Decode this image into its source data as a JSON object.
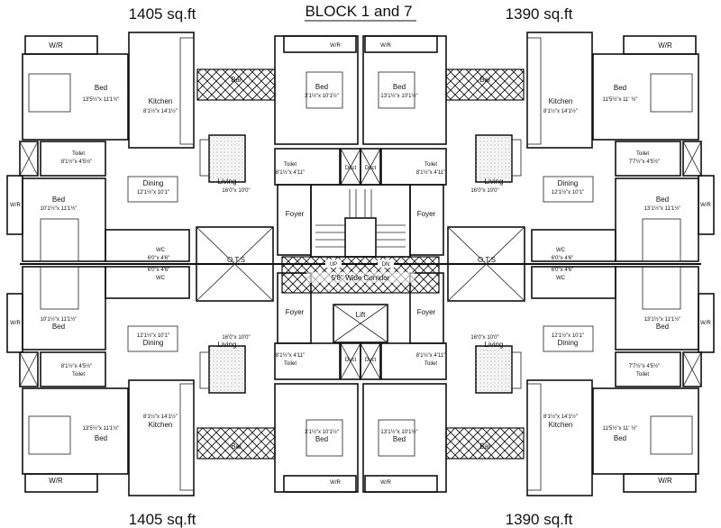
{
  "titles": {
    "top_left": "1405 sq.ft",
    "block": "BLOCK  1 and 7",
    "top_right": "1390 sq.ft",
    "bottom_left": "1405 sq.ft",
    "bottom_right": "1390 sq.ft"
  },
  "center": {
    "ots": "O.T.S",
    "corridor": "5'6\" Wide Corridor",
    "lift": "Lift",
    "up": "UP",
    "dn": "DN"
  },
  "units": [
    {
      "wr1": "W/R",
      "bed1_name": "Bed",
      "bed1_dim": "13'5½\"x 11'1½\"",
      "kitchen_name": "Kitchen",
      "kitchen_dim": "8'1½\"x 14'1½\"",
      "bal": "Bal",
      "toilet_name": "Toilet",
      "toilet_dim": "8'1½\"x 4'5½\"",
      "dining_name": "Dining",
      "dining_dim": "12'1½\"x 10'1\"",
      "living_name": "Living",
      "living_dim": "16'0\"x 10'0\"",
      "bed2_name": "Bed",
      "bed2_dim": "10'1½\"x 11'1½\"",
      "wr2": "W/R",
      "wc_name": "WC",
      "wc_dim": "6'0\"x 4'6\"",
      "core_bed_name": "Bed",
      "core_bed_dim": "3'1½\"x 10'1½\"",
      "core_wr": "W/R",
      "core_toilet_name": "Toilet",
      "core_toilet_dim": "8'1½\"x 4'11\"",
      "duct": "Duct",
      "foyer": "Foyer"
    },
    {
      "wr1": "W/R",
      "bed1_name": "Bed",
      "bed1_dim": "11'5½\"x 11' ½\"",
      "kitchen_name": "Kitchen",
      "kitchen_dim": "8'1½\"x 14'1½\"",
      "bal": "Bal",
      "toilet_name": "Toilet",
      "toilet_dim": "7'7½\"x 4'5½\"",
      "dining_name": "Dining",
      "dining_dim": "12'1½\"x 10'1\"",
      "living_name": "Living",
      "living_dim": "16'0\"x 10'0\"",
      "bed2_name": "Bed",
      "bed2_dim": "13'1½\"x 11'1½\"",
      "wr2": "W/R",
      "wc_name": "WC",
      "wc_dim": "6'0\"x 4'6\"",
      "core_bed_name": "Bed",
      "core_bed_dim": "13'1½\"x 10'1½\"",
      "core_wr": "W/R",
      "core_toilet_name": "Toilet",
      "core_toilet_dim": "8'1½\"x 4'11\"",
      "duct": "Duct",
      "foyer": "Foyer"
    },
    {
      "wr1": "W/R",
      "bed1_name": "Bed",
      "bed1_dim": "13'5½\"x 11'1½\"",
      "kitchen_name": "Kitchen",
      "kitchen_dim": "8'1½\"x 14'1½\"",
      "bal": "Bal",
      "toilet_name": "Toilet",
      "toilet_dim": "8'1½\"x 4'5½\"",
      "dining_name": "Dining",
      "dining_dim": "12'1½\"x 10'1\"",
      "living_name": "Living",
      "living_dim": "16'0\"x 10'0\"",
      "bed2_name": "Bed",
      "bed2_dim": "10'1½\"x 11'1½\"",
      "wr2": "W/R",
      "wc_name": "WC",
      "wc_dim": "6'0\"x 4'6\"",
      "core_bed_name": "Bed",
      "core_bed_dim": "3'1½\"x 10'1½\"",
      "core_wr": "W/R",
      "core_toilet_name": "Toilet",
      "core_toilet_dim": "8'1½\"x 4'11\"",
      "duct": "Duct",
      "foyer": "Foyer"
    },
    {
      "wr1": "W/R",
      "bed1_name": "Bed",
      "bed1_dim": "11'5½\"x 11' ½\"",
      "kitchen_name": "Kitchen",
      "kitchen_dim": "8'1½\"x 14'1½\"",
      "bal": "Bal",
      "toilet_name": "Toilet",
      "toilet_dim": "7'7½\"x 4'5½\"",
      "dining_name": "Dining",
      "dining_dim": "12'1½\"x 10'1\"",
      "living_name": "Living",
      "living_dim": "16'0\"x 10'0\"",
      "bed2_name": "Bed",
      "bed2_dim": "13'1½\"x 11'1½\"",
      "wr2": "W/R",
      "wc_name": "WC",
      "wc_dim": "6'0\"x 4'6\"",
      "core_bed_name": "Bed",
      "core_bed_dim": "13'1½\"x 10'1½\"",
      "core_wr": "W/R",
      "core_toilet_name": "Toilet",
      "core_toilet_dim": "8'1½\"x 4'11\"",
      "duct": "Duct",
      "foyer": "Foyer"
    }
  ]
}
